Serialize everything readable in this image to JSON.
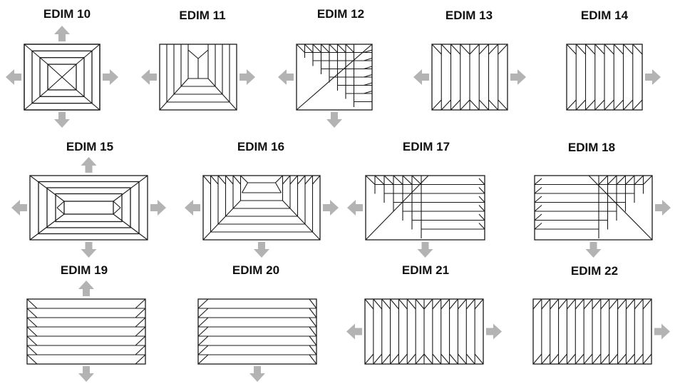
{
  "colors": {
    "stroke": "#1a1a1a",
    "arrow": "#b3b3b3",
    "text": "#111111"
  },
  "diagrams": [
    {
      "id": "edim10",
      "label": "EDIM 10",
      "pattern": "concentric-cross",
      "arrows": [
        "up",
        "down",
        "left",
        "right"
      ]
    },
    {
      "id": "edim11",
      "label": "EDIM 11",
      "pattern": "bottom-frame",
      "arrows": [
        "left",
        "right"
      ]
    },
    {
      "id": "edim12",
      "label": "EDIM 12",
      "pattern": "corner-herringbone",
      "arrows": [
        "left",
        "down"
      ]
    },
    {
      "id": "edim13",
      "label": "EDIM 13",
      "pattern": "vertical-zigzag",
      "arrows": [
        "left",
        "right"
      ]
    },
    {
      "id": "edim14",
      "label": "EDIM 14",
      "pattern": "vertical-diagonal",
      "arrows": [
        "right"
      ]
    },
    {
      "id": "edim15",
      "label": "EDIM 15",
      "pattern": "concentric-wide",
      "arrows": [
        "up",
        "down",
        "left",
        "right"
      ]
    },
    {
      "id": "edim16",
      "label": "EDIM 16",
      "pattern": "bottom-frame-wide",
      "arrows": [
        "left",
        "right",
        "down"
      ]
    },
    {
      "id": "edim17",
      "label": "EDIM 17",
      "pattern": "left-corner",
      "arrows": [
        "left",
        "down"
      ]
    },
    {
      "id": "edim18",
      "label": "EDIM 18",
      "pattern": "right-corner",
      "arrows": [
        "right",
        "down"
      ]
    },
    {
      "id": "edim19",
      "label": "EDIM 19",
      "pattern": "horizontal-double",
      "arrows": [
        "up",
        "down"
      ]
    },
    {
      "id": "edim20",
      "label": "EDIM 20",
      "pattern": "horizontal-left",
      "arrows": [
        "down"
      ]
    },
    {
      "id": "edim21",
      "label": "EDIM 21",
      "pattern": "vertical-zigzag-wide",
      "arrows": [
        "left",
        "right"
      ]
    },
    {
      "id": "edim22",
      "label": "EDIM 22",
      "pattern": "vertical-diagonal-wide",
      "arrows": [
        "right"
      ]
    }
  ]
}
